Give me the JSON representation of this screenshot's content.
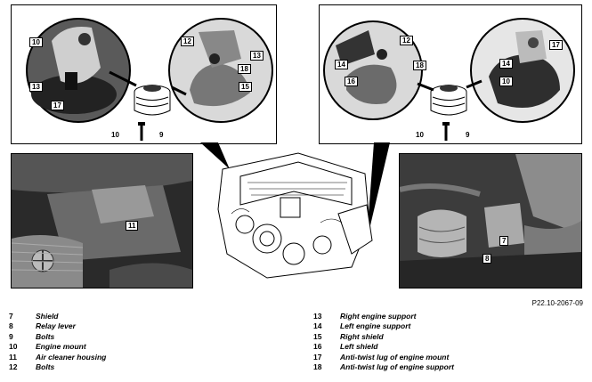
{
  "reference_code": "P22.10-2067-09",
  "callouts": {
    "tl": {
      "n10": "10",
      "n13": "13",
      "n17": "17",
      "n12": "12",
      "n15": "15",
      "n18": "18",
      "n13b": "13",
      "n10b": "10",
      "n9": "9"
    },
    "tr": {
      "n14": "14",
      "n12": "12",
      "n18": "18",
      "n16": "16",
      "n14b": "14",
      "n17": "17",
      "n10": "10",
      "n10b": "10",
      "n9": "9"
    },
    "bl": {
      "n11": "11"
    },
    "br": {
      "n7": "7",
      "n8": "8"
    }
  },
  "legend_left": [
    {
      "num": "7",
      "text": "Shield"
    },
    {
      "num": "8",
      "text": "Relay lever"
    },
    {
      "num": "9",
      "text": "Bolts"
    },
    {
      "num": "10",
      "text": "Engine mount"
    },
    {
      "num": "11",
      "text": "Air cleaner housing"
    },
    {
      "num": "12",
      "text": "Bolts"
    }
  ],
  "legend_right": [
    {
      "num": "13",
      "text": "Right engine support"
    },
    {
      "num": "14",
      "text": "Left engine support"
    },
    {
      "num": "15",
      "text": "Right shield"
    },
    {
      "num": "16",
      "text": "Left shield"
    },
    {
      "num": "17",
      "text": "Anti-twist lug of engine mount"
    },
    {
      "num": "18",
      "text": "Anti-twist lug of engine support"
    }
  ]
}
